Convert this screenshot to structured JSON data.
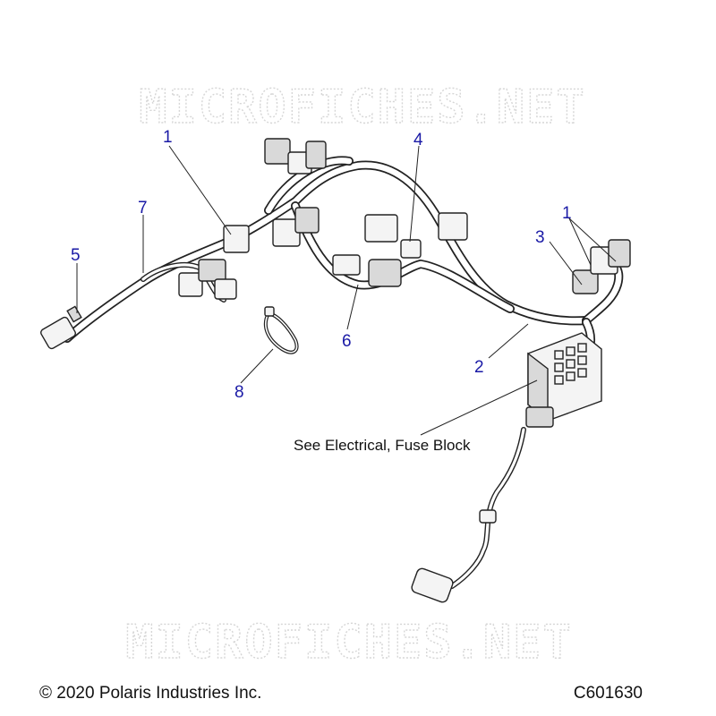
{
  "watermark": {
    "text": "MICROFICHES.NET"
  },
  "callouts": {
    "c1_left": "1",
    "c1_right": "1",
    "c2": "2",
    "c3": "3",
    "c4": "4",
    "c5": "5",
    "c6": "6",
    "c7": "7",
    "c8": "8"
  },
  "note": "See Electrical, Fuse Block",
  "footer": {
    "copyright": "© 2020 Polaris Industries Inc.",
    "figure_id": "C601630"
  }
}
